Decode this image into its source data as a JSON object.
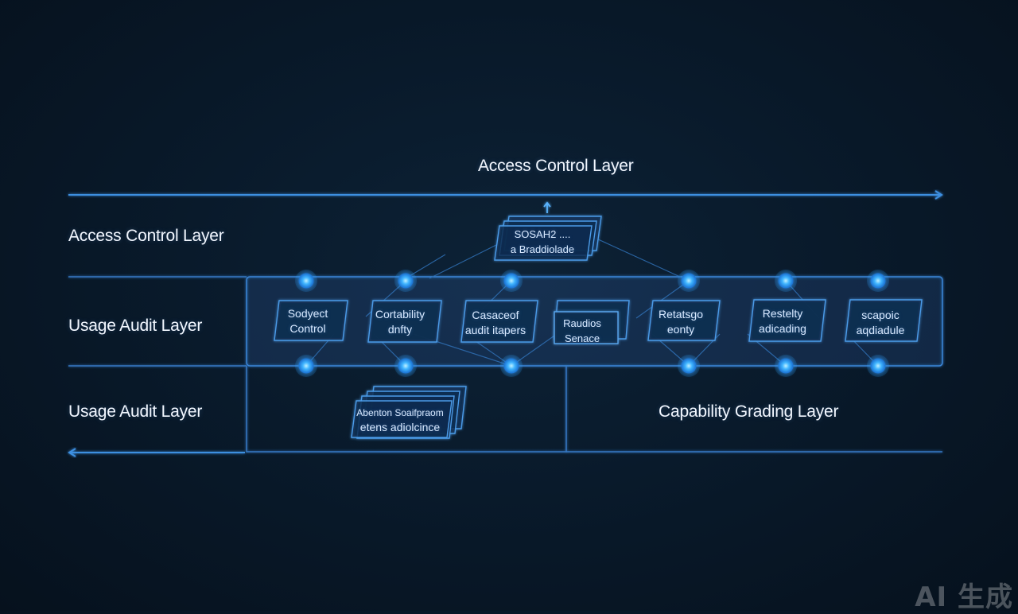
{
  "header": {
    "title": "Access Control Layer"
  },
  "rows": [
    {
      "label": "Access Control Layer"
    },
    {
      "label": "Usage Audit Layer"
    },
    {
      "label": "Usage Audit Layer"
    }
  ],
  "right_label": "Capability Grading Layer",
  "top_card": {
    "line1": "SOSAH2 ....",
    "line2": "a Braddiolade"
  },
  "cards": [
    {
      "line1": "Sodyect",
      "line2": "Control"
    },
    {
      "line1": "Cortability",
      "line2": "dnfty"
    },
    {
      "line1": "Casaceof",
      "line2": "audit itapers"
    },
    {
      "line1": "Raudios",
      "line2": "Senace"
    },
    {
      "line1": "Retatsgo",
      "line2": "eonty"
    },
    {
      "line1": "Restelty",
      "line2": "adicading"
    },
    {
      "line1": "scapoic",
      "line2": "aqdiadule"
    }
  ],
  "bottom_card": {
    "line1": "Abenton Soaifpraom",
    "line2": "etens adiolcince"
  },
  "watermark": "AI 生成",
  "colors": {
    "line": "#3d8fe0",
    "node": "#2ea8ff",
    "node_glow": "#6fd0ff"
  }
}
